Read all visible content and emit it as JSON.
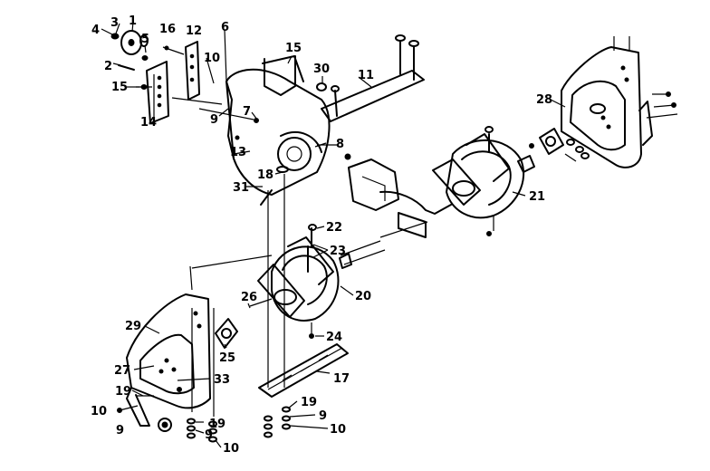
{
  "diagram": {
    "callouts": [
      {
        "id": "label-1",
        "text": "1"
      },
      {
        "id": "label-2",
        "text": "2"
      },
      {
        "id": "label-3",
        "text": "3"
      },
      {
        "id": "label-4",
        "text": "4"
      },
      {
        "id": "label-5",
        "text": "5"
      },
      {
        "id": "label-6",
        "text": "6"
      },
      {
        "id": "label-7",
        "text": "7"
      },
      {
        "id": "label-8",
        "text": "8"
      },
      {
        "id": "label-9-top",
        "text": "9"
      },
      {
        "id": "label-10-top",
        "text": "10"
      },
      {
        "id": "label-11",
        "text": "11"
      },
      {
        "id": "label-12",
        "text": "12"
      },
      {
        "id": "label-13",
        "text": "13"
      },
      {
        "id": "label-14",
        "text": "14"
      },
      {
        "id": "label-15-left",
        "text": "15"
      },
      {
        "id": "label-15-chute",
        "text": "15"
      },
      {
        "id": "label-16",
        "text": "16"
      },
      {
        "id": "label-17",
        "text": "17"
      },
      {
        "id": "label-18",
        "text": "18"
      },
      {
        "id": "label-19-left",
        "text": "19"
      },
      {
        "id": "label-19-mid",
        "text": "19"
      },
      {
        "id": "label-19-right",
        "text": "19"
      },
      {
        "id": "label-20",
        "text": "20"
      },
      {
        "id": "label-21",
        "text": "21"
      },
      {
        "id": "label-22",
        "text": "22"
      },
      {
        "id": "label-23",
        "text": "23"
      },
      {
        "id": "label-24",
        "text": "24"
      },
      {
        "id": "label-25",
        "text": "25"
      },
      {
        "id": "label-26",
        "text": "26"
      },
      {
        "id": "label-27",
        "text": "27"
      },
      {
        "id": "label-28",
        "text": "28"
      },
      {
        "id": "label-29",
        "text": "29"
      },
      {
        "id": "label-30",
        "text": "30"
      },
      {
        "id": "label-31",
        "text": "31"
      },
      {
        "id": "label-33",
        "text": "33"
      },
      {
        "id": "label-9-left",
        "text": "9"
      },
      {
        "id": "label-9-mid",
        "text": "9"
      },
      {
        "id": "label-9-right",
        "text": "9"
      },
      {
        "id": "label-10-left",
        "text": "10"
      },
      {
        "id": "label-10-mid",
        "text": "10"
      },
      {
        "id": "label-10-right",
        "text": "10"
      }
    ]
  }
}
